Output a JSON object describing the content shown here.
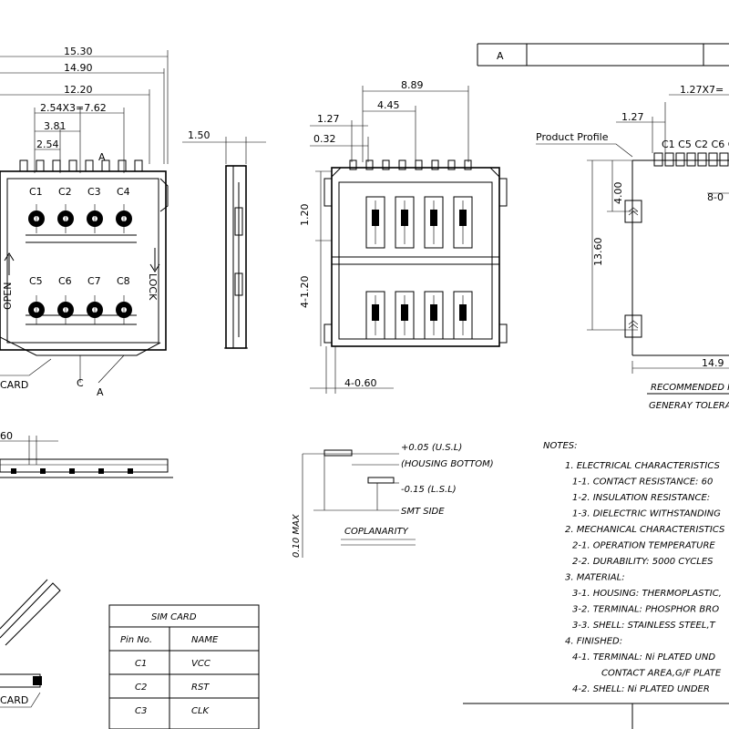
{
  "title_block": {
    "revision": "A"
  },
  "front_view": {
    "dims": {
      "overall_width": "15.30",
      "width_2": "14.90",
      "width_3": "12.20",
      "pitch": "2.54X3=7.62",
      "d381": "3.81",
      "d254": "2.54"
    },
    "contacts_top": [
      "C1",
      "C2",
      "C3",
      "C4"
    ],
    "contacts_bottom": [
      "C5",
      "C6",
      "C7",
      "C8"
    ],
    "open_label": "OPEN",
    "lock_label": "LOCK",
    "card_label": "CARD",
    "section_a": "A",
    "section_c": "C"
  },
  "side_view": {
    "dims": {
      "height": "1.50"
    }
  },
  "footprint_view": {
    "dims": {
      "d889": "8.89",
      "d445": "4.45",
      "d127": "1.27",
      "d032": "0.32",
      "d120": "1.20",
      "d4x120": "4-1.20",
      "d4x060": "4-0.60"
    }
  },
  "recommended_view": {
    "product_profile": "Product Profile",
    "dims": {
      "pitch": "1.27X7=",
      "d127": "1.27",
      "d400": "4.00",
      "d1360": "13.60",
      "d8": "8-0",
      "d149": "14.9"
    },
    "contact_order": "C1 C5 C2 C6 C",
    "caption": "RECOMMENDED I",
    "caption2": "GENERAY TOLERA"
  },
  "bottom_view": {
    "dim": "60"
  },
  "coplanarity": {
    "usl": "+0.05 (U.S.L)",
    "housing_bottom": "(HOUSING BOTTOM)",
    "lsl": "-0.15 (L.S.L)",
    "smt_side": "SMT SIDE",
    "title": "COPLANARITY",
    "max": "0.10 MAX"
  },
  "pin_table": {
    "title": "SIM CARD",
    "headers": [
      "Pin No.",
      "NAME"
    ],
    "rows": [
      [
        "C1",
        "VCC"
      ],
      [
        "C2",
        "RST"
      ],
      [
        "C3",
        "CLK"
      ]
    ]
  },
  "iso_view": {
    "card_label": "CARD"
  },
  "notes": {
    "heading": "NOTES:",
    "lines": [
      "1. ELECTRICAL CHARACTERISTICS",
      "1-1. CONTACT RESISTANCE: 60",
      "1-2. INSULATION RESISTANCE:",
      "1-3. DIELECTRIC WITHSTANDING",
      "2. MECHANICAL CHARACTERISTICS",
      "2-1. OPERATION TEMPERATURE",
      "2-2. DURABILITY: 5000 CYCLES",
      "3. MATERIAL:",
      "3-1. HOUSING: THERMOPLASTIC,",
      "3-2. TERMINAL: PHOSPHOR BRO",
      "3-3. SHELL: STAINLESS STEEL,T",
      "4. FINISHED:",
      "4-1. TERMINAL: Ni PLATED UND",
      "CONTACT AREA,G/F PLATE",
      "4-2. SHELL: Ni PLATED UNDER"
    ]
  }
}
